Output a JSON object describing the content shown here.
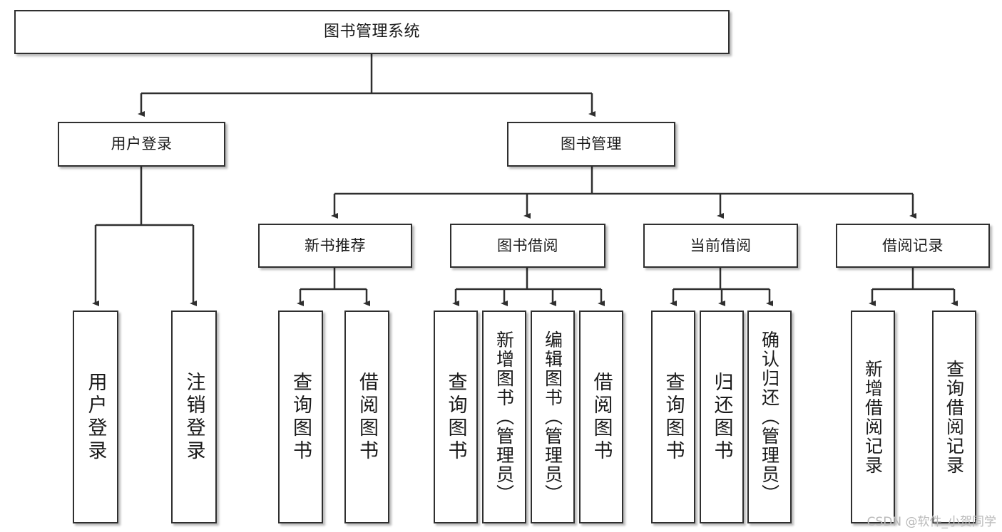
{
  "diagram": {
    "title": "图书管理系统",
    "type": "tree-hierarchy-diagram",
    "root": {
      "label": "图书管理系统"
    },
    "level2": [
      {
        "label": "用户登录"
      },
      {
        "label": "图书管理"
      }
    ],
    "level3": [
      {
        "label": "新书推荐"
      },
      {
        "label": "图书借阅"
      },
      {
        "label": "当前借阅"
      },
      {
        "label": "借阅记录"
      }
    ],
    "leaves": {
      "user_login": [
        {
          "label": "用户登录"
        },
        {
          "label": "注销登录"
        }
      ],
      "new_book_recommend": [
        {
          "label": "查询图书"
        },
        {
          "label": "借阅图书"
        }
      ],
      "book_borrow": [
        {
          "label": "查询图书"
        },
        {
          "label": "新增图书（管理员）"
        },
        {
          "label": "编辑图书（管理员）"
        },
        {
          "label": "借阅图书"
        }
      ],
      "current_borrow": [
        {
          "label": "查询图书"
        },
        {
          "label": "归还图书"
        },
        {
          "label": "确认归还（管理员）"
        }
      ],
      "borrow_record": [
        {
          "label": "新增借阅记录"
        },
        {
          "label": "查询借阅记录"
        }
      ]
    }
  },
  "watermark": {
    "text": "CSDN @软件_小贺同学"
  },
  "colors": {
    "border": "#2f2f2f",
    "background": "#ffffff",
    "text": "#1a1a1a",
    "watermark": "#b9b9b9"
  }
}
